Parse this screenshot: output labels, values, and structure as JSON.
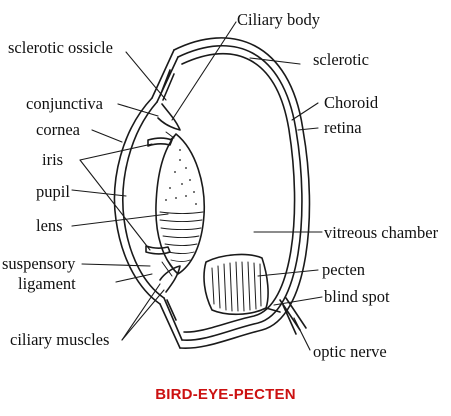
{
  "labels": {
    "ciliary_body": "Ciliary body",
    "sclerotic_ossicle": "sclerotic ossicle",
    "sclerotic": "sclerotic",
    "conjunctiva": "conjunctiva",
    "choroid": "Choroid",
    "cornea": "cornea",
    "retina": "retina",
    "iris": "iris",
    "pupil": "pupil",
    "lens": "lens",
    "vitreous_chamber": "vitreous chamber",
    "suspensory_ligament_line1": "suspensory",
    "suspensory_ligament_line2": "ligament",
    "pecten": "pecten",
    "blind_spot": "blind spot",
    "ciliary_muscles": "ciliary muscles",
    "optic_nerve": "optic nerve"
  },
  "caption": "BIRD-EYE-PECTEN",
  "colors": {
    "outline": "#1a1a1a",
    "caption": "#cc1111",
    "background": "#ffffff"
  }
}
